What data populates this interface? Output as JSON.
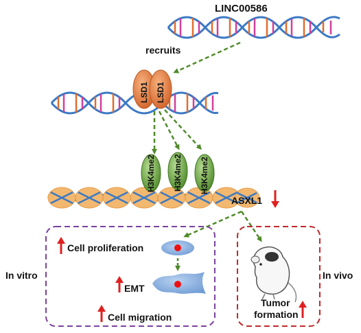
{
  "labels": {
    "lncrna": "LINC00586",
    "recruits": "recruits",
    "lsd1_a": "LSD1",
    "lsd1_b": "LSD1",
    "h3k4_a": "H3K4me2",
    "h3k4_b": "H3K4me2",
    "h3k4_c": "H3K4me2",
    "asxl1": "ASXL1",
    "in_vitro": "In vitro",
    "in_vivo": "In vivo",
    "proliferation": "Cell proliferation",
    "emt": "EMT",
    "migration": "Cell migration",
    "tumor_line1": "Tumor",
    "tumor_line2": "formation"
  },
  "colors": {
    "arrow_green": "#4f8a2a",
    "up_down_arrow": "#e02020",
    "invitro_border": "#7b3fa0",
    "invivo_border": "#c0282a",
    "lsd1_fill": "#e07a3a",
    "histone_fill": "#6aa84f",
    "nucleosome": "#f2b870",
    "dna_blue": "#3b79c4",
    "cell_blue": "#8fb3e0"
  }
}
